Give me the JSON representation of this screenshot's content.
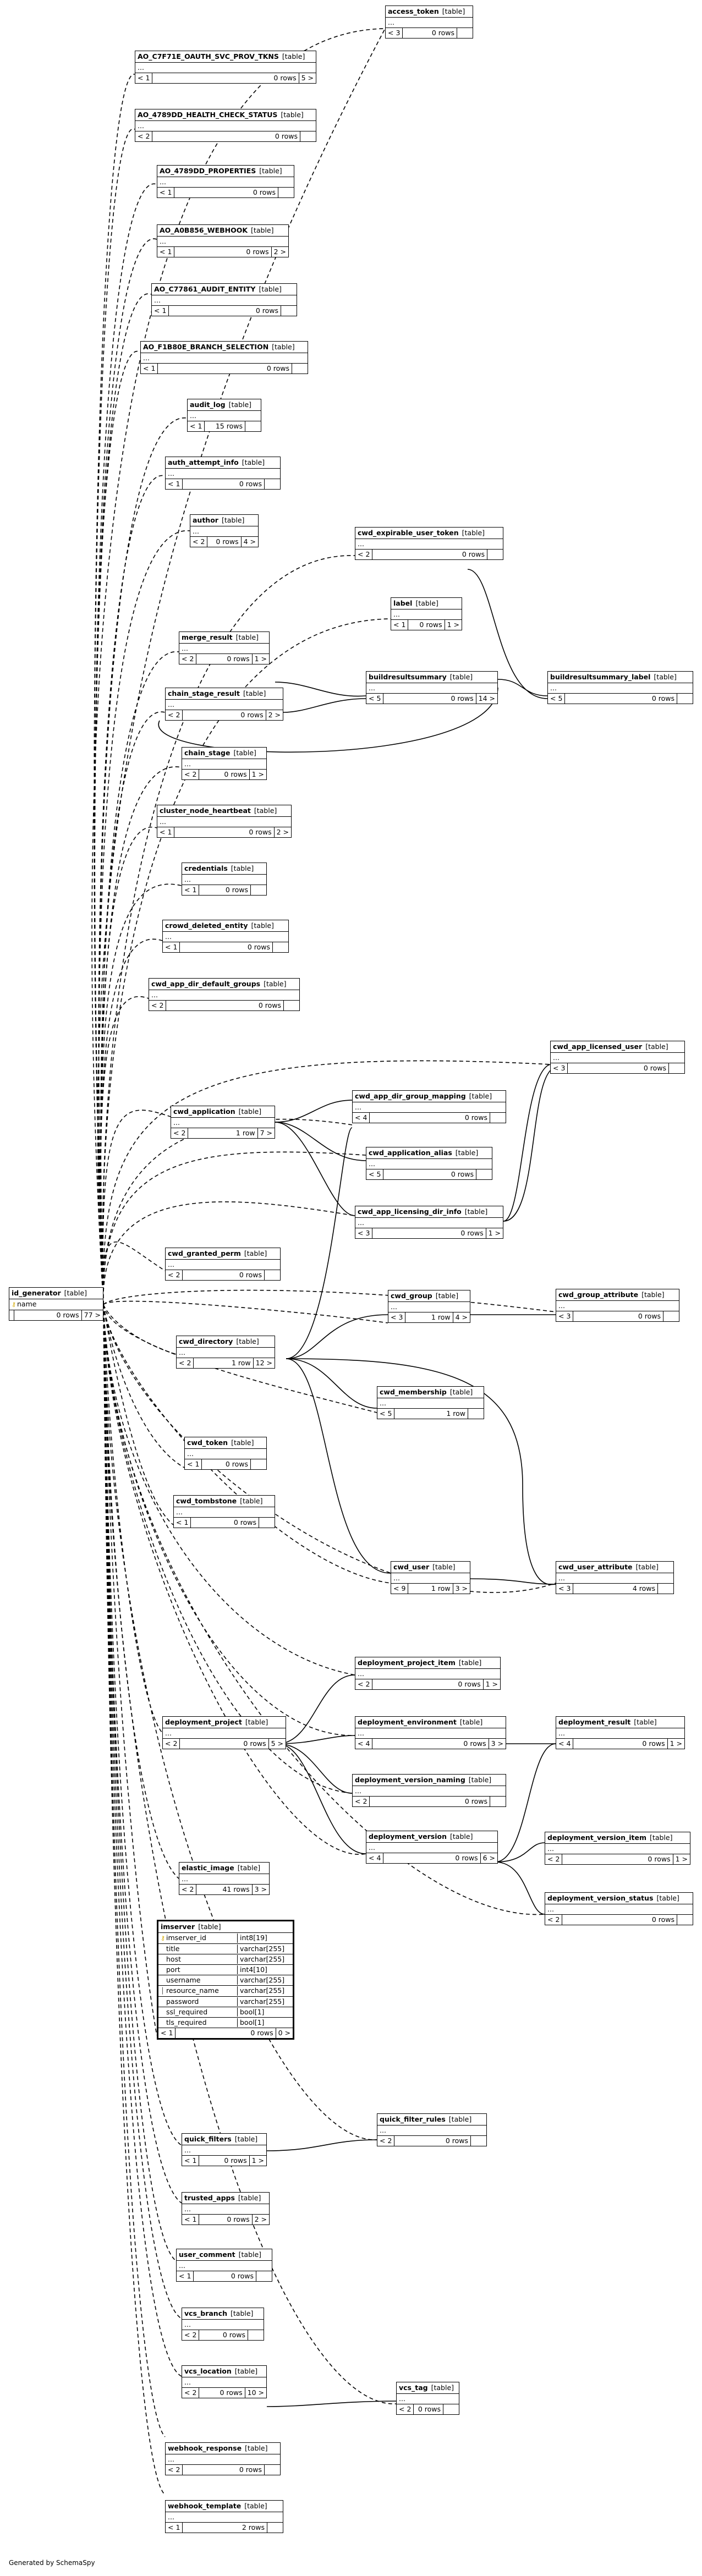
{
  "footer": "Generated by SchemaSpy",
  "type_label": "[table]",
  "tables": [
    {
      "id": "access_token",
      "name": "access_token",
      "parents": "< 3",
      "rows": "0 rows",
      "children": ""
    },
    {
      "id": "ao_oauth",
      "name": "AO_C7F71E_OAUTH_SVC_PROV_TKNS",
      "parents": "< 1",
      "rows": "0 rows",
      "children": "5 >"
    },
    {
      "id": "ao_health",
      "name": "AO_4789DD_HEALTH_CHECK_STATUS",
      "parents": "< 2",
      "rows": "0 rows",
      "children": ""
    },
    {
      "id": "ao_props",
      "name": "AO_4789DD_PROPERTIES",
      "parents": "< 1",
      "rows": "0 rows",
      "children": ""
    },
    {
      "id": "ao_webhook",
      "name": "AO_A0B856_WEBHOOK",
      "parents": "< 1",
      "rows": "0 rows",
      "children": "2 >"
    },
    {
      "id": "ao_audit",
      "name": "AO_C77861_AUDIT_ENTITY",
      "parents": "< 1",
      "rows": "0 rows",
      "children": ""
    },
    {
      "id": "ao_branch",
      "name": "AO_F1B80E_BRANCH_SELECTION",
      "parents": "< 1",
      "rows": "0 rows",
      "children": ""
    },
    {
      "id": "audit_log",
      "name": "audit_log",
      "parents": "< 1",
      "rows": "15 rows",
      "children": ""
    },
    {
      "id": "auth_attempt",
      "name": "auth_attempt_info",
      "parents": "< 1",
      "rows": "0 rows",
      "children": ""
    },
    {
      "id": "author",
      "name": "author",
      "parents": "< 2",
      "rows": "0 rows",
      "children": "4 >"
    },
    {
      "id": "cwd_exp_token",
      "name": "cwd_expirable_user_token",
      "parents": "< 2",
      "rows": "0 rows",
      "children": ""
    },
    {
      "id": "label",
      "name": "label",
      "parents": "< 1",
      "rows": "0 rows",
      "children": "1 >"
    },
    {
      "id": "merge_result",
      "name": "merge_result",
      "parents": "< 2",
      "rows": "0 rows",
      "children": "1 >"
    },
    {
      "id": "buildresultsummary",
      "name": "buildresultsummary",
      "parents": "< 5",
      "rows": "0 rows",
      "children": "14 >"
    },
    {
      "id": "brs_label",
      "name": "buildresultsummary_label",
      "parents": "< 5",
      "rows": "0 rows",
      "children": ""
    },
    {
      "id": "chain_stage_result",
      "name": "chain_stage_result",
      "parents": "< 2",
      "rows": "0 rows",
      "children": "2 >"
    },
    {
      "id": "chain_stage",
      "name": "chain_stage",
      "parents": "< 2",
      "rows": "0 rows",
      "children": "1 >"
    },
    {
      "id": "cluster_hb",
      "name": "cluster_node_heartbeat",
      "parents": "< 1",
      "rows": "0 rows",
      "children": "2 >"
    },
    {
      "id": "credentials",
      "name": "credentials",
      "parents": "< 1",
      "rows": "0 rows",
      "children": ""
    },
    {
      "id": "crowd_deleted",
      "name": "crowd_deleted_entity",
      "parents": "< 1",
      "rows": "0 rows",
      "children": ""
    },
    {
      "id": "cwd_adg",
      "name": "cwd_app_dir_default_groups",
      "parents": "< 2",
      "rows": "0 rows",
      "children": ""
    },
    {
      "id": "cwd_app_lic_user",
      "name": "cwd_app_licensed_user",
      "parents": "< 3",
      "rows": "0 rows",
      "children": ""
    },
    {
      "id": "cwd_application",
      "name": "cwd_application",
      "parents": "< 2",
      "rows": "1 row",
      "children": "7 >"
    },
    {
      "id": "cwd_adgm",
      "name": "cwd_app_dir_group_mapping",
      "parents": "< 4",
      "rows": "0 rows",
      "children": ""
    },
    {
      "id": "cwd_app_alias",
      "name": "cwd_application_alias",
      "parents": "< 5",
      "rows": "0 rows",
      "children": ""
    },
    {
      "id": "cwd_app_lic_dir",
      "name": "cwd_app_licensing_dir_info",
      "parents": "< 3",
      "rows": "0 rows",
      "children": "1 >"
    },
    {
      "id": "cwd_granted_perm",
      "name": "cwd_granted_perm",
      "parents": "< 2",
      "rows": "0 rows",
      "children": ""
    },
    {
      "id": "id_generator",
      "name": "id_generator",
      "parents": "",
      "rows": "0 rows",
      "children": "77 >",
      "columns": [
        "name"
      ]
    },
    {
      "id": "cwd_group",
      "name": "cwd_group",
      "parents": "< 3",
      "rows": "1 row",
      "children": "4 >"
    },
    {
      "id": "cwd_group_attr",
      "name": "cwd_group_attribute",
      "parents": "< 3",
      "rows": "0 rows",
      "children": ""
    },
    {
      "id": "cwd_directory",
      "name": "cwd_directory",
      "parents": "< 2",
      "rows": "1 row",
      "children": "12 >"
    },
    {
      "id": "cwd_membership",
      "name": "cwd_membership",
      "parents": "< 5",
      "rows": "1 row",
      "children": ""
    },
    {
      "id": "cwd_token",
      "name": "cwd_token",
      "parents": "< 1",
      "rows": "0 rows",
      "children": ""
    },
    {
      "id": "cwd_tombstone",
      "name": "cwd_tombstone",
      "parents": "< 1",
      "rows": "0 rows",
      "children": ""
    },
    {
      "id": "cwd_user",
      "name": "cwd_user",
      "parents": "< 9",
      "rows": "1 row",
      "children": "3 >"
    },
    {
      "id": "cwd_user_attr",
      "name": "cwd_user_attribute",
      "parents": "< 3",
      "rows": "4 rows",
      "children": ""
    },
    {
      "id": "dep_proj_item",
      "name": "deployment_project_item",
      "parents": "< 2",
      "rows": "0 rows",
      "children": "1 >"
    },
    {
      "id": "dep_project",
      "name": "deployment_project",
      "parents": "< 2",
      "rows": "0 rows",
      "children": "5 >"
    },
    {
      "id": "dep_env",
      "name": "deployment_environment",
      "parents": "< 4",
      "rows": "0 rows",
      "children": "3 >"
    },
    {
      "id": "dep_result",
      "name": "deployment_result",
      "parents": "< 4",
      "rows": "0 rows",
      "children": "1 >"
    },
    {
      "id": "dep_ver_naming",
      "name": "deployment_version_naming",
      "parents": "< 2",
      "rows": "0 rows",
      "children": ""
    },
    {
      "id": "dep_version",
      "name": "deployment_version",
      "parents": "< 4",
      "rows": "0 rows",
      "children": "6 >"
    },
    {
      "id": "dep_ver_item",
      "name": "deployment_version_item",
      "parents": "< 2",
      "rows": "0 rows",
      "children": "1 >"
    },
    {
      "id": "dep_ver_status",
      "name": "deployment_version_status",
      "parents": "< 2",
      "rows": "0 rows",
      "children": ""
    },
    {
      "id": "elastic_image",
      "name": "elastic_image",
      "parents": "< 2",
      "rows": "41 rows",
      "children": "3 >"
    },
    {
      "id": "imserver",
      "name": "imserver",
      "parents": "< 1",
      "rows": "0 rows",
      "children": "0 >",
      "selected": true,
      "columns": [
        [
          "imserver_id",
          "int8[19]"
        ],
        [
          "title",
          "varchar[255]"
        ],
        [
          "host",
          "varchar[255]"
        ],
        [
          "port",
          "int4[10]"
        ],
        [
          "username",
          "varchar[255]"
        ],
        [
          "resource_name",
          "varchar[255]"
        ],
        [
          "password",
          "varchar[255]"
        ],
        [
          "ssl_required",
          "bool[1]"
        ],
        [
          "tls_required",
          "bool[1]"
        ]
      ]
    },
    {
      "id": "quick_filter_rules",
      "name": "quick_filter_rules",
      "parents": "< 2",
      "rows": "0 rows",
      "children": ""
    },
    {
      "id": "quick_filters",
      "name": "quick_filters",
      "parents": "< 1",
      "rows": "0 rows",
      "children": "1 >"
    },
    {
      "id": "trusted_apps",
      "name": "trusted_apps",
      "parents": "< 1",
      "rows": "0 rows",
      "children": "2 >"
    },
    {
      "id": "user_comment",
      "name": "user_comment",
      "parents": "< 1",
      "rows": "0 rows",
      "children": ""
    },
    {
      "id": "vcs_branch",
      "name": "vcs_branch",
      "parents": "< 2",
      "rows": "0 rows",
      "children": ""
    },
    {
      "id": "vcs_location",
      "name": "vcs_location",
      "parents": "< 2",
      "rows": "0 rows",
      "children": "10 >"
    },
    {
      "id": "vcs_tag",
      "name": "vcs_tag",
      "parents": "< 2",
      "rows": "0 rows",
      "children": ""
    },
    {
      "id": "webhook_response",
      "name": "webhook_response",
      "parents": "< 2",
      "rows": "0 rows",
      "children": ""
    },
    {
      "id": "webhook_template",
      "name": "webhook_template",
      "parents": "< 1",
      "rows": "2 rows",
      "children": ""
    }
  ]
}
